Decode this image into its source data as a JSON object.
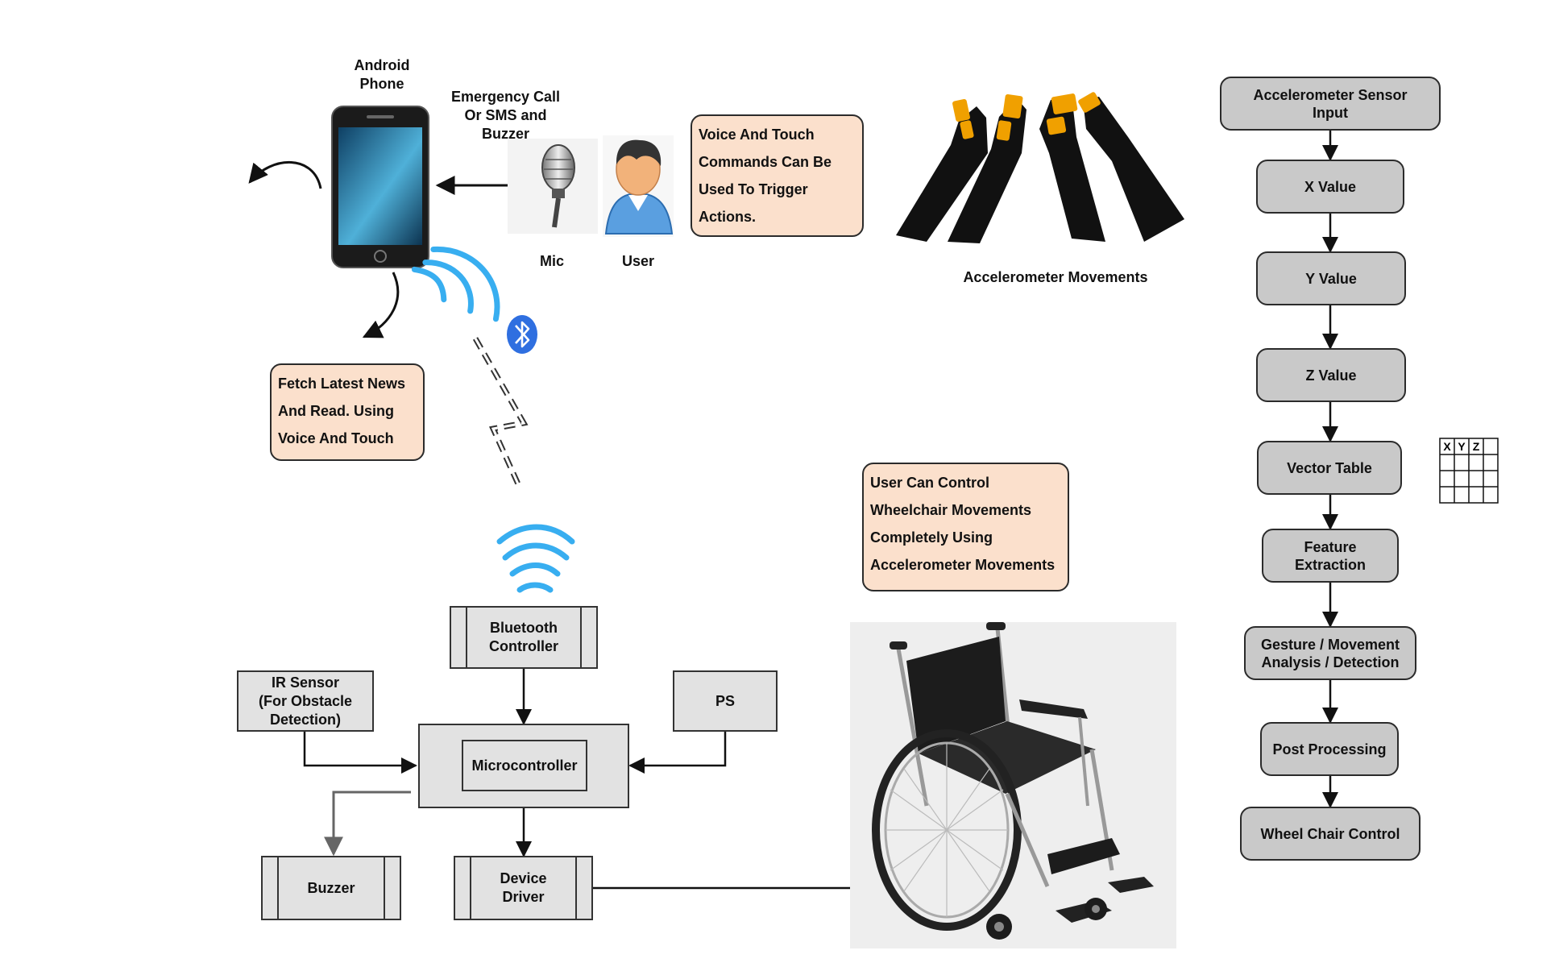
{
  "phone": {
    "label_line1": "Android",
    "label_line2": "Phone"
  },
  "emergency": {
    "line1": "Emergency Call",
    "line2": "Or  SMS and",
    "line3": "Buzzer"
  },
  "mic": {
    "label": "Mic"
  },
  "user": {
    "label": "User"
  },
  "notes": {
    "voice": [
      "Voice And Touch",
      "Commands Can Be",
      "Used To Trigger",
      "Actions."
    ],
    "news": [
      "Fetch Latest News",
      "And Read. Using",
      "Voice And Touch"
    ],
    "wheelchair": [
      "User Can Control",
      "Wheelchair Movements",
      "Completely Using",
      "Accelerometer Movements"
    ]
  },
  "accelerometer": {
    "caption": "Accelerometer Movements"
  },
  "flow": {
    "steps": [
      [
        "Accelerometer Sensor",
        "Input"
      ],
      [
        "X Value"
      ],
      [
        "Y  Value"
      ],
      [
        "Z Value"
      ],
      [
        "Vector Table"
      ],
      [
        "Feature",
        "Extraction"
      ],
      [
        "Gesture / Movement",
        "Analysis / Detection"
      ],
      [
        "Post Processing"
      ],
      [
        "Wheel Chair Control"
      ]
    ],
    "vector_headers": [
      "X",
      "Y",
      "Z"
    ]
  },
  "blocks": {
    "bluetooth": [
      "Bluetooth",
      "Controller"
    ],
    "ir": [
      "IR Sensor",
      "(For Obstacle",
      "Detection)"
    ],
    "ps": "PS",
    "micro": "Microcontroller",
    "buzzer": "Buzzer",
    "driver": [
      "Device",
      "Driver"
    ]
  },
  "colors": {
    "note_fill": "#fbe0cc",
    "flow_fill": "#c9c9c9",
    "block_fill": "#e2e2e2",
    "signal_blue": "#38aef0",
    "bluetooth_blue": "#2f6fe0",
    "glove_orange": "#f0a000"
  }
}
